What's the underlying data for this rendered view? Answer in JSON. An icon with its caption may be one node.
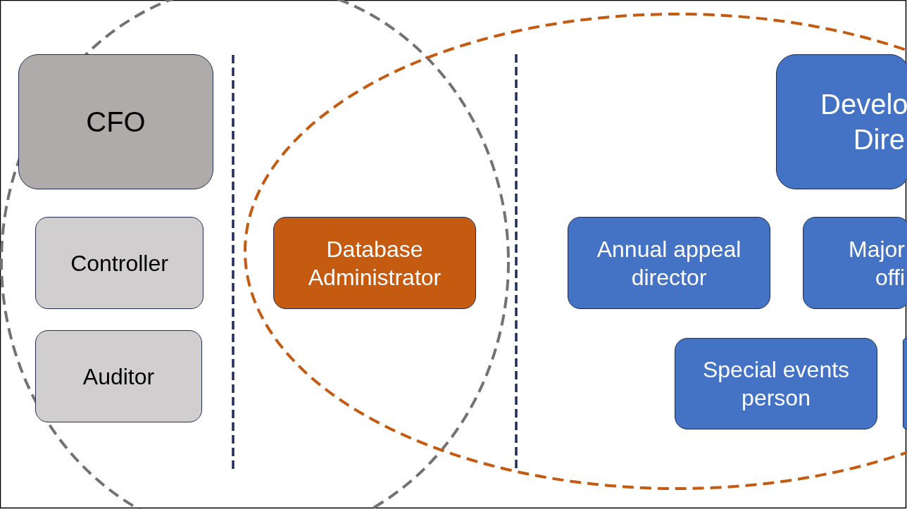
{
  "diagram": {
    "nodes": [
      {
        "text": [
          "CFO"
        ]
      },
      {
        "text": [
          "Controller"
        ]
      },
      {
        "text": [
          "Auditor"
        ]
      },
      {
        "text": [
          "Database Administrator"
        ]
      },
      {
        "text": [
          "Develo Dire"
        ]
      },
      {
        "text": [
          "Annual appeal director"
        ]
      },
      {
        "text": [
          "Major offi"
        ]
      },
      {
        "text": [
          "Special events person"
        ]
      },
      {
        "text": [],
        "shape": "box"
      }
    ]
  }
}
